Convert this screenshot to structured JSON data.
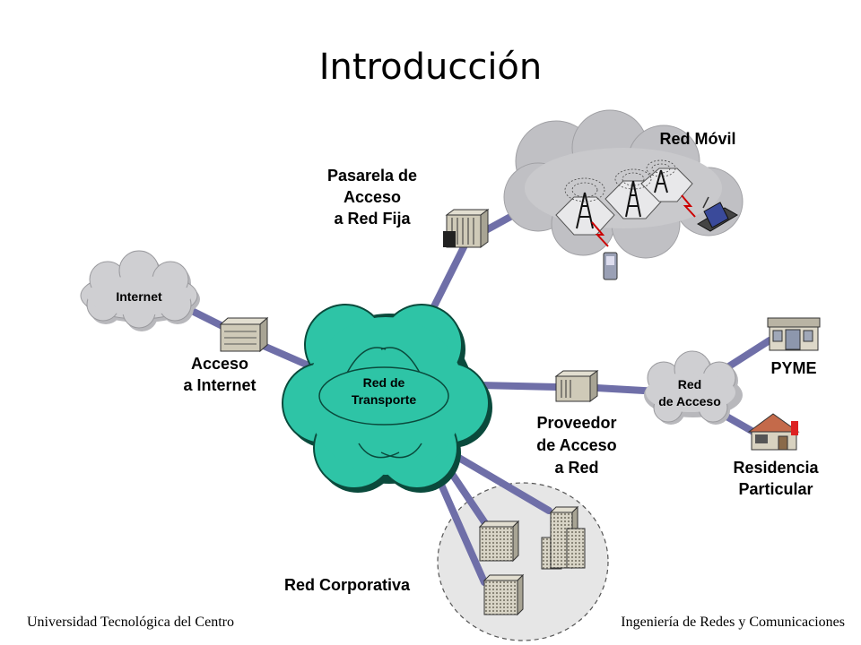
{
  "title": "Introducción",
  "nodes": {
    "internet": "Internet",
    "red_de_transporte": [
      "Red de",
      "Transporte"
    ],
    "red_de_acceso": [
      "Red",
      "de Acceso"
    ]
  },
  "labels": {
    "pasarela": [
      "Pasarela de",
      "Acceso",
      "a Red Fija"
    ],
    "red_movil": "Red Móvil",
    "acceso_internet": [
      "Acceso",
      "a Internet"
    ],
    "proveedor": [
      "Proveedor",
      "de Acceso",
      "a Red"
    ],
    "pyme": "PYME",
    "residencia": [
      "Residencia",
      "Particular"
    ],
    "red_corporativa": "Red Corporativa"
  },
  "footer": {
    "left": "Universidad Tecnológica del Centro",
    "right": "Ingeniería de Redes y Comunicaciones"
  },
  "colors": {
    "link": "#6f6fa8",
    "transport_cloud": "#2ec4a6",
    "cloud_gray": "#c9c9cc",
    "equipment": "#cfcab8"
  }
}
